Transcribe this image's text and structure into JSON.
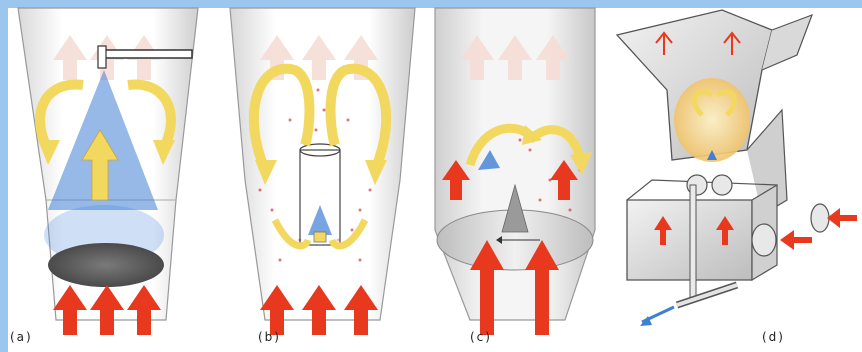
{
  "panels": [
    {
      "label": "(a)"
    },
    {
      "label": "(b)"
    },
    {
      "label": "(c)"
    },
    {
      "label": "(d)"
    }
  ],
  "colors": {
    "frame": "#9cc6ee",
    "arrow_red": "#e8391f",
    "arrow_yellow": "#f3d860",
    "spray_blue": "#3f7fd6",
    "wall_gray": "#c9c9c9",
    "dots_red": "#d9383c"
  }
}
